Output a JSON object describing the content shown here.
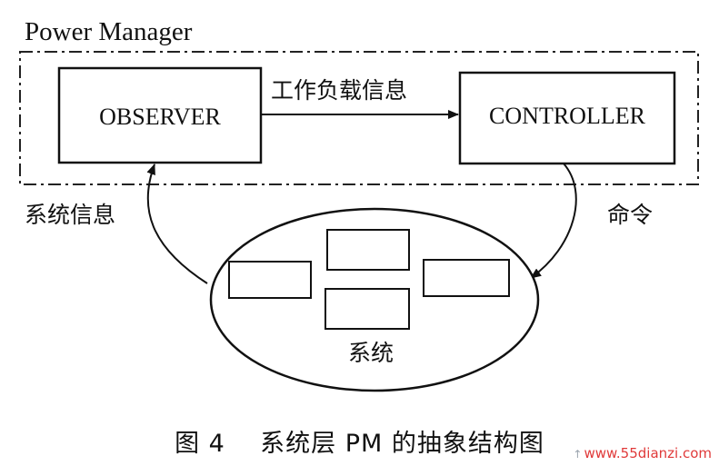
{
  "diagram": {
    "container_label": "Power Manager",
    "observer_label": "OBSERVER",
    "controller_label": "CONTROLLER",
    "workload_info_label": "工作负载信息",
    "system_info_label": "系统信息",
    "command_label": "命令",
    "system_label": "系统"
  },
  "caption": {
    "figure_number": "图 4",
    "title": "系统层 PM 的抽象结构图"
  },
  "watermark": {
    "mark": "↑",
    "site": "www.55dianzi.com"
  }
}
